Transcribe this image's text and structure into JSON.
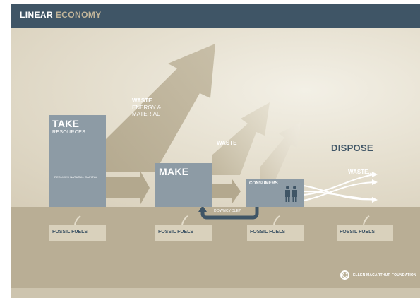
{
  "header": {
    "title_main": "LINEAR",
    "title_accent": "ECONOMY"
  },
  "take": {
    "title": "TAKE",
    "subtitle": "RESOURCES",
    "note": "REDUCES NATURAL CAPITAL"
  },
  "make": {
    "title": "MAKE"
  },
  "consumers": {
    "title": "CONSUMERS"
  },
  "waste_top": {
    "title": "WASTE",
    "line1": "ENERGY &",
    "line2": "MATERIAL"
  },
  "waste_mid": {
    "title": "WASTE"
  },
  "dispose": {
    "title": "DISPOSE",
    "waste": "WASTE..."
  },
  "downcycle": {
    "label": "DOWNCYCLE?"
  },
  "fossil_fuels": [
    "FOSSIL FUELS",
    "FOSSIL FUELS",
    "FOSSIL FUELS",
    "FOSSIL FUELS"
  ],
  "logo": {
    "text": "ELLEN MACARTHUR FOUNDATION"
  },
  "colors": {
    "header": "#3f5566",
    "box": "#8d9ba5",
    "ground": "#b9ae95",
    "accent": "#c2b59a"
  }
}
